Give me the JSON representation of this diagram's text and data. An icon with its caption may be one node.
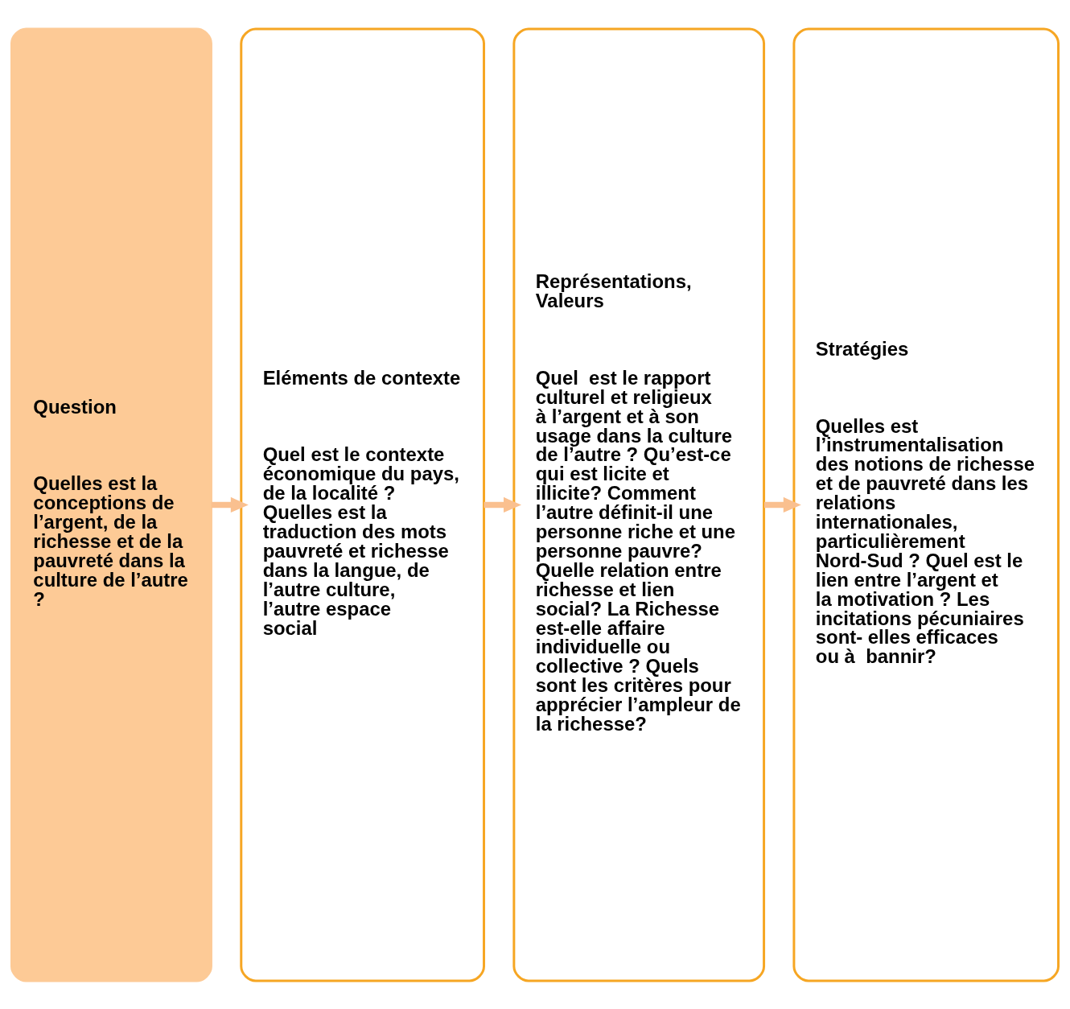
{
  "diagram": {
    "nodes": [
      {
        "text": [
          "Question",
          "Quelles est la conceptions de l’argent, de la richesse et de la pauvreté dans la culture de l’autre ?"
        ]
      },
      {
        "text": [
          "Eléments de contexte",
          "Quel est le contexte économique du pays, de la localité ? Quelles est la traduction des mots pauvreté et richesse dans la langue, de l’autre culture, l’autre espace social"
        ]
      },
      {
        "text": [
          "Représentations, Valeurs",
          "Quel  est le rapport culturel et religieux à l’argent et à son usage dans la culture de l’autre ? Qu’est-ce qui est licite et illicite? Comment l’autre définit-il une personne riche et une personne pauvre? Quelle relation entre richesse et lien social? La Richesse est-elle affaire individuelle ou collective ? Quels sont les critères pour apprécier l’ampleur de la richesse?"
        ]
      },
      {
        "text": [
          "Stratégies",
          "Quelles est l’instrumentalisation des notions de richesse et de pauvreté dans les relations internationales, particulièrement Nord-Sud ? Quel est le  lien entre l’argent et  la motivation ? Les incitations pécuniaires sont- elles efficaces  ou à  bannir?"
        ]
      }
    ],
    "edges": [
      {
        "from": 0,
        "to": 1,
        "arrow": "to"
      },
      {
        "from": 1,
        "to": 2,
        "arrow": "to"
      },
      {
        "from": 2,
        "to": 3,
        "arrow": "to"
      }
    ]
  }
}
